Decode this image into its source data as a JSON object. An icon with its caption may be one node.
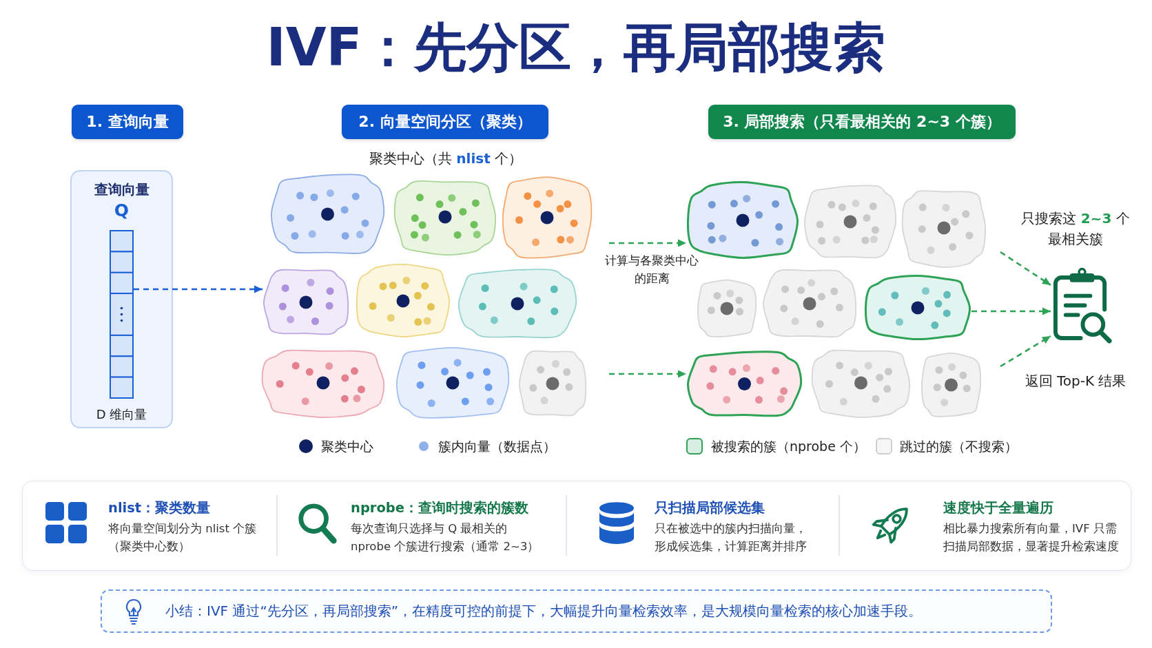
{
  "diagram": {
    "title": "IVF：先分区，再局部搜索",
    "nodes": [
      {
        "text": [
          "1. 查询向量"
        ]
      },
      {
        "text": [
          "2. 向量空间分区（聚类）"
        ]
      },
      {
        "text": [
          "3. 局部搜索（只看最相关的 2~3 个簇）"
        ]
      },
      {
        "text": [
          "查询向量",
          "Q",
          "D 维向量"
        ]
      },
      {
        "text": [],
        "shape": "bar",
        "in": 3
      },
      {
        "text": [],
        "shape": "blob"
      },
      {
        "text": [],
        "shape": "blob"
      },
      {
        "text": [],
        "shape": "blob"
      },
      {
        "text": [],
        "shape": "blob"
      },
      {
        "text": [],
        "shape": "blob"
      },
      {
        "text": [],
        "shape": "blob"
      },
      {
        "text": [],
        "shape": "blob"
      },
      {
        "text": [],
        "shape": "blob"
      },
      {
        "text": [],
        "shape": "blob"
      },
      {
        "text": [],
        "shape": "blob"
      },
      {
        "text": [],
        "shape": "blob"
      },
      {
        "text": [],
        "shape": "blob"
      },
      {
        "text": [],
        "shape": "blob"
      },
      {
        "text": [],
        "shape": "blob"
      },
      {
        "text": [],
        "shape": "blob"
      },
      {
        "text": [],
        "shape": "blob"
      },
      {
        "text": [],
        "shape": "blob"
      },
      {
        "text": [],
        "shape": "blob"
      },
      {
        "text": [],
        "shape": "picture",
        "beside": [
          "只搜索这 **2~3** 个最相关簇",
          "返回 Top-K 结果"
        ]
      },
      {
        "text": [],
        "shape": "box"
      },
      {
        "text": [
          "nlist：聚类数量",
          "将向量空间划分为 nlist 个簇（聚类中心数）"
        ],
        "in": 24
      },
      {
        "text": [
          "nprobe：查询时搜索的簇数",
          "每次查询只选择与 Q 最相关的nprobe 个簇进行搜索（通常 2~3）"
        ],
        "in": 24
      },
      {
        "text": [
          "只扫描局部候选集",
          "只在被选中的簇内扫描向量，形成候选集，计算距离并排序"
        ],
        "in": 24
      },
      {
        "text": [
          "速度快于全量遍历",
          "相比暴力搜索所有向量，IVF 只需扫描局部数据，显著提升检索速度"
        ],
        "in": 24
      },
      {
        "text": [
          "小结：IVF 通过“先分区，再局部搜索”，在精度可控的前提下，大幅提升向量检索效率，是大规模向量检索的核心加速手段。"
        ]
      }
    ],
    "edges": [
      {
        "from": 4,
        "to": 8,
        "arrow": "to",
        "style": "dashed",
        "color": "#1a5fd6"
      },
      {
        "from": null,
        "to": 14,
        "arrow": "to",
        "style": "dashed"
      },
      {
        "from": null,
        "to": 20,
        "arrow": "to",
        "style": "dashed"
      },
      {
        "from": null,
        "to": 23,
        "arrow": "to",
        "style": "dashed"
      },
      {
        "from": 19,
        "to": 23,
        "arrow": "to",
        "style": "dashed"
      },
      {
        "from": null,
        "to": 23,
        "arrow": "to",
        "style": "dashed"
      }
    ],
    "labels": [
      "聚类中心（共 **nlist** 个）",
      "计算与各聚类中心的距离"
    ],
    "legend": [
      {
        "text": "聚类中心",
        "color": "#0f2160"
      },
      {
        "text": "簇内向量（数据点）",
        "color": "#8fb0e8"
      },
      {
        "text": "被搜索的簇（nprobe 个）",
        "color": "#2ea356"
      },
      {
        "text": "跳过的簇（不搜索）",
        "color": "#cfcfcf"
      }
    ]
  }
}
